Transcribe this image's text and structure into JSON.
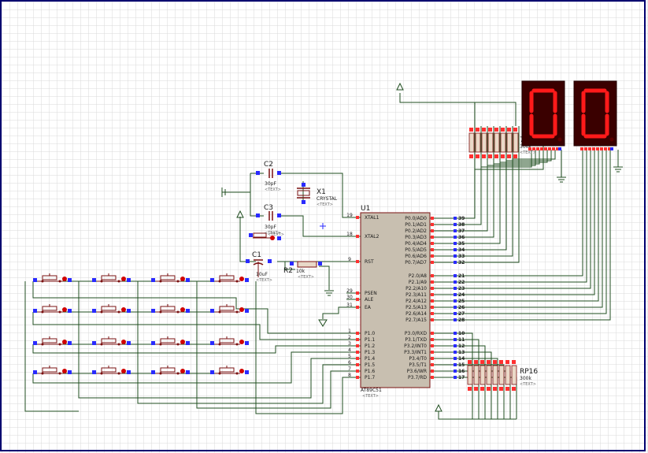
{
  "mcu": {
    "ref": "U1",
    "part": "AT89C51",
    "text": "<TEXT>",
    "left_pins": [
      {
        "num": "19",
        "name": "XTAL1"
      },
      {
        "num": "18",
        "name": "XTAL2"
      },
      {
        "num": "9",
        "name": "RST"
      },
      {
        "num": "29",
        "name": "PSEN"
      },
      {
        "num": "30",
        "name": "ALE"
      },
      {
        "num": "31",
        "name": "EA"
      },
      {
        "num": "1",
        "name": "P1.0"
      },
      {
        "num": "2",
        "name": "P1.1"
      },
      {
        "num": "3",
        "name": "P1.2"
      },
      {
        "num": "4",
        "name": "P1.3"
      },
      {
        "num": "5",
        "name": "P1.4"
      },
      {
        "num": "6",
        "name": "P1.5"
      },
      {
        "num": "7",
        "name": "P1.6"
      },
      {
        "num": "8",
        "name": "P1.7"
      }
    ],
    "p0_pins": [
      {
        "num": "39",
        "name": "P0.0/AD0"
      },
      {
        "num": "38",
        "name": "P0.1/AD1"
      },
      {
        "num": "37",
        "name": "P0.2/AD2"
      },
      {
        "num": "36",
        "name": "P0.3/AD3"
      },
      {
        "num": "35",
        "name": "P0.4/AD4"
      },
      {
        "num": "34",
        "name": "P0.5/AD5"
      },
      {
        "num": "33",
        "name": "P0.6/AD6"
      },
      {
        "num": "32",
        "name": "P0.7/AD7"
      }
    ],
    "p2_pins": [
      {
        "num": "21",
        "name": "P2.0/A8"
      },
      {
        "num": "22",
        "name": "P2.1/A9"
      },
      {
        "num": "23",
        "name": "P2.2/A10"
      },
      {
        "num": "24",
        "name": "P2.3/A11"
      },
      {
        "num": "25",
        "name": "P2.4/A12"
      },
      {
        "num": "26",
        "name": "P2.5/A13"
      },
      {
        "num": "27",
        "name": "P2.6/A14"
      },
      {
        "num": "28",
        "name": "P2.7/A15"
      }
    ],
    "p3_pins": [
      {
        "num": "10",
        "name": "P3.0/RXD"
      },
      {
        "num": "11",
        "name": "P3.1/TXD"
      },
      {
        "num": "12",
        "name": "P3.2/INT0"
      },
      {
        "num": "13",
        "name": "P3.3/INT1"
      },
      {
        "num": "14",
        "name": "P3.4/T0"
      },
      {
        "num": "15",
        "name": "P3.5/T1"
      },
      {
        "num": "16",
        "name": "P3.6/WR"
      },
      {
        "num": "17",
        "name": "P3.7/RD"
      }
    ]
  },
  "components": {
    "c1": {
      "ref": "C1",
      "value": "10uF",
      "text": "<TEXT>"
    },
    "c2": {
      "ref": "C2",
      "value": "30pF",
      "text": "<TEXT>"
    },
    "c3": {
      "ref": "C3",
      "value": "30pF",
      "text": "<TEXT>"
    },
    "x1": {
      "ref": "X1",
      "value": "CRYSTAL",
      "text": "<TEXT>"
    },
    "r2": {
      "ref": "R2",
      "value": "10k",
      "text": "<TEXT>"
    },
    "rp1": {
      "ref": "7",
      "value": "300k",
      "text": "<TEXT>"
    },
    "rp2": {
      "ref": "RP16",
      "value": "300k",
      "text": "<TEXT>"
    },
    "rst_sw_text": "<TEXT>"
  },
  "display": {
    "digits": [
      "0",
      "0"
    ],
    "segment_color": "#ff1a1a",
    "body_color": "#3a0000"
  },
  "keypad": {
    "rows": 4,
    "cols": 4
  },
  "colors": {
    "wire": "#1f4d1f",
    "component": "#7a1010",
    "mcu_fill": "#c8bfb0",
    "pin_marker": "#ff3030",
    "net_marker": "#2a2aff",
    "grid": "#dedede",
    "border": "#000070"
  }
}
